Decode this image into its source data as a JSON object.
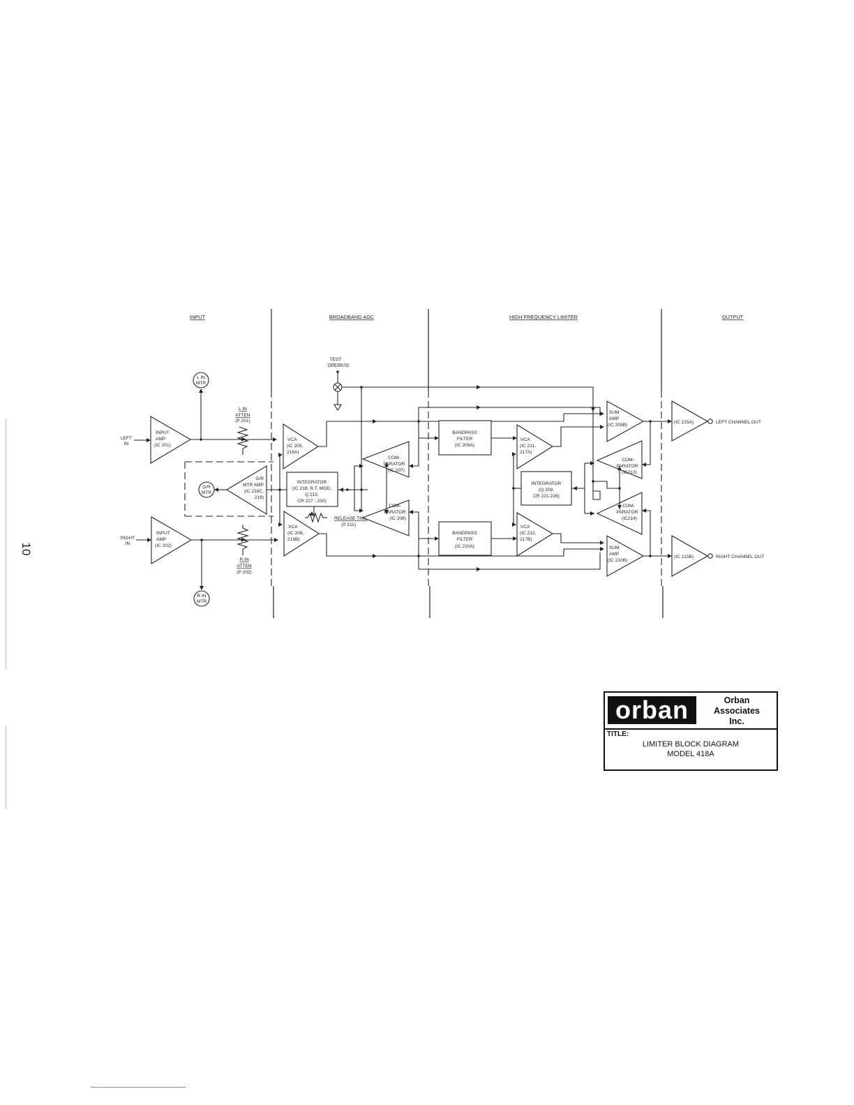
{
  "page_number": "10",
  "sections": {
    "input": "INPUT",
    "broadband_agc": "BROADBAND AGC",
    "high_frequency_limiter": "HIGH FREQUENCY LIMITER",
    "output": "OUTPUT"
  },
  "labels": {
    "left_in": [
      "LEFT",
      "IN"
    ],
    "right_in": [
      "RIGHT",
      "IN"
    ],
    "input_amp_l": [
      "INPUT",
      "AMP",
      "(IC 201)"
    ],
    "input_amp_r": [
      "INPUT",
      "AMP",
      "(IC 202)"
    ],
    "l_in_mtr": [
      "L IN",
      "MTR"
    ],
    "r_in_mtr": [
      "R IN",
      "MTR"
    ],
    "l_in_atten": [
      "L IN",
      "ATTEN",
      "(P 201)"
    ],
    "r_in_atten": [
      "R IN",
      "ATTEN",
      "(P 202)"
    ],
    "gr_mtr": [
      "G/R",
      "MTR"
    ],
    "gr_mtr_amp": [
      "G/R",
      "MTR AMP",
      "(IC 216C,",
      "219)"
    ],
    "test_operate": [
      "TEST",
      "OPERATE"
    ],
    "vca_l": [
      "VCA",
      "(IC 205,",
      "216A)"
    ],
    "vca_r": [
      "VCA",
      "(IC 206,",
      "216B)"
    ],
    "integrator_agc": [
      "INTEGRATOR",
      "(IC 218, R.T. MOD,",
      "Q 210,",
      "CR 227 - 230)"
    ],
    "release_time": [
      "RELEASE TIME",
      "(P 211)"
    ],
    "comparator_207": [
      "COM-",
      "PARATOR",
      "(IC 207)"
    ],
    "comparator_208": [
      "COM-",
      "PARATOR",
      "(IC 208)"
    ],
    "bandpass_a": [
      "BANDPASS",
      "FILTER",
      "(IC 209A)"
    ],
    "bandpass_b": [
      "BANDPASS",
      "FILTER",
      "(IC 210A)"
    ],
    "vca_hf_l": [
      "VCA",
      "(IC 211,",
      "217A)"
    ],
    "vca_hf_r": [
      "VCA",
      "(IC 212,",
      "217B)"
    ],
    "integrator_hf": [
      "INTEGRATOR",
      "(Q 209,",
      "CR 221-226)"
    ],
    "comparator_213": [
      "COM-",
      "PARATOR",
      "(IC213)"
    ],
    "comparator_214": [
      "COM-",
      "PARATOR",
      "(IC214)"
    ],
    "sum_amp_l": [
      "SUM",
      "AMP",
      "(IC 209B)"
    ],
    "sum_amp_r": [
      "SUM",
      "AMP",
      "(IC 210B)"
    ],
    "out_buf_l": "(IC 215A)",
    "out_buf_r": "(IC 215B)",
    "left_channel_out": "LEFT CHANNEL OUT",
    "right_channel_out": "RIGHT CHANNEL OUT"
  },
  "title_block": {
    "logo": "orban",
    "company": [
      "Orban",
      "Associates",
      "Inc."
    ],
    "title_label": "TITLE:",
    "title": [
      "LIMITER BLOCK DIAGRAM",
      "MODEL 418A"
    ]
  }
}
